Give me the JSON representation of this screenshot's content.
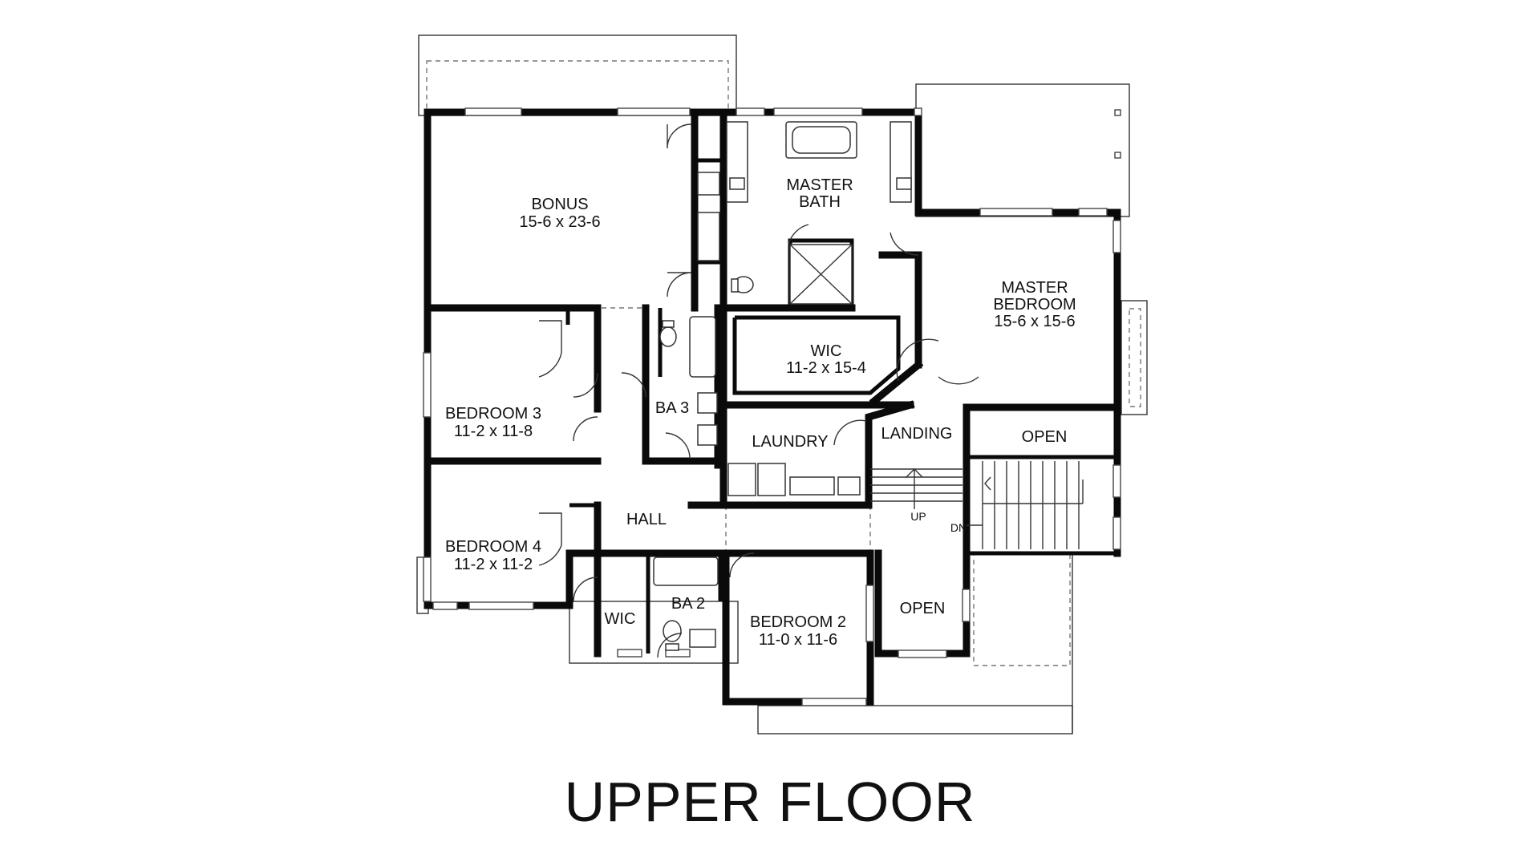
{
  "title": "UPPER FLOOR",
  "rooms": {
    "bonus": {
      "name": "BONUS",
      "dim": "15-6 x 23-6"
    },
    "master_bath": {
      "name_l1": "MASTER",
      "name_l2": "BATH"
    },
    "master_bedroom": {
      "name_l1": "MASTER",
      "name_l2": "BEDROOM",
      "dim": "15-6 x 15-6"
    },
    "wic_master": {
      "name": "WIC",
      "dim": "11-2 x 15-4"
    },
    "bedroom3": {
      "name": "BEDROOM 3",
      "dim": "11-2 x 11-8"
    },
    "ba3": {
      "name": "BA 3"
    },
    "laundry": {
      "name": "LAUNDRY"
    },
    "landing": {
      "name": "LANDING"
    },
    "open_upper": {
      "name": "OPEN"
    },
    "hall": {
      "name": "HALL"
    },
    "bedroom4": {
      "name": "BEDROOM 4",
      "dim": "11-2 x 11-2"
    },
    "ba2": {
      "name": "BA 2"
    },
    "wic_small": {
      "name": "WIC"
    },
    "bedroom2": {
      "name": "BEDROOM 2",
      "dim": "11-0 x 11-6"
    },
    "open_lower": {
      "name": "OPEN"
    }
  },
  "stairs": {
    "up": "UP",
    "down": "DN"
  }
}
